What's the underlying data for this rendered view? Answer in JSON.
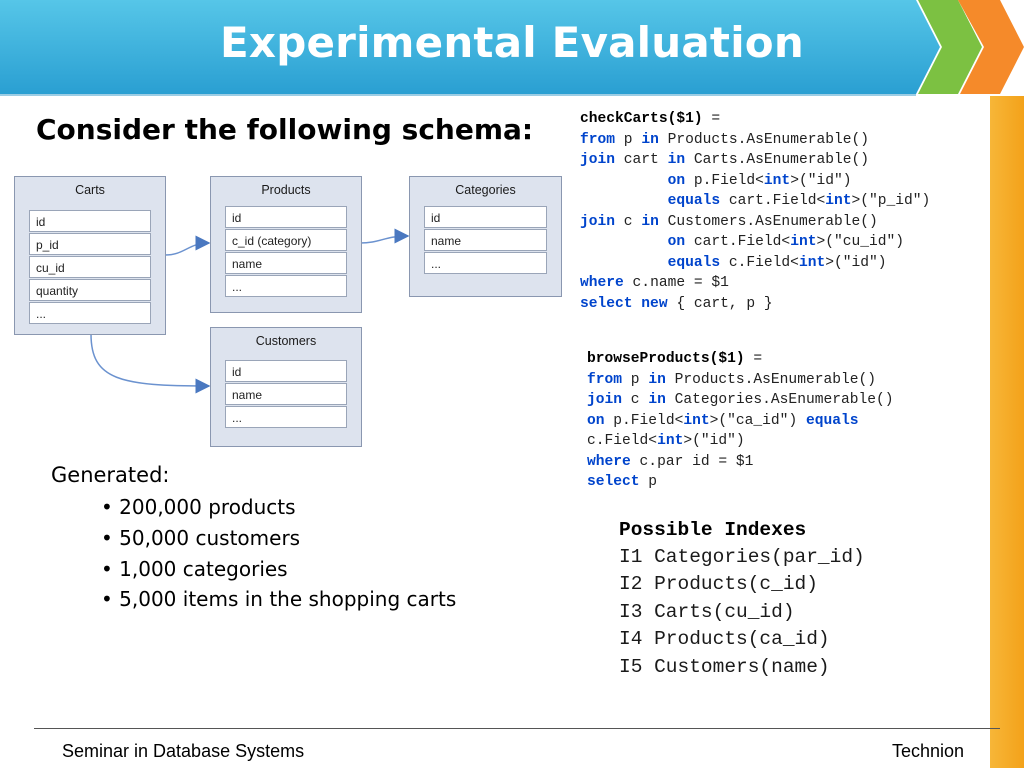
{
  "title": "Experimental Evaluation",
  "subtitle": "Consider the following schema:",
  "colors": {
    "banner_start": "#3fb8de",
    "banner_end": "#2a98cc",
    "chevron_green": "#7cc142",
    "chevron_orange": "#f58a2a",
    "right_bar": "#f5ac29",
    "keyword": "#0044cc"
  },
  "schema": {
    "carts": {
      "name": "Carts",
      "fields": [
        "id",
        "p_id",
        "cu_id",
        "quantity",
        "..."
      ]
    },
    "products": {
      "name": "Products",
      "fields": [
        "id",
        "c_id (category)",
        "name",
        "..."
      ]
    },
    "categories": {
      "name": "Categories",
      "fields": [
        "id",
        "name",
        "..."
      ]
    },
    "customers": {
      "name": "Customers",
      "fields": [
        "id",
        "name",
        "..."
      ]
    }
  },
  "generated": {
    "label": "Generated:",
    "items": [
      "• 200,000 products",
      "• 50,000 customers",
      "• 1,000 categories",
      "• 5,000 items in the shopping carts"
    ]
  },
  "check_carts": {
    "header": "checkCarts($1)",
    "eq": " =",
    "l1": {
      "kw": "from",
      "rest": " p ",
      "kw2": "in",
      "rest2": " Products.AsEnumerable()"
    },
    "l2": {
      "kw": "join",
      "rest": " cart ",
      "kw2": "in",
      "rest2": " Carts.AsEnumerable()"
    },
    "l3": {
      "indent": "          ",
      "kw": "on",
      "rest": " p.Field<",
      "kw2": "int",
      "rest2": ">(\"id\")"
    },
    "l4": {
      "indent": "          ",
      "kw": "equals",
      "rest": " cart.Field<",
      "kw2": "int",
      "rest2": ">(\"p_id\")"
    },
    "l5": {
      "kw": "join",
      "rest": " c ",
      "kw2": "in",
      "rest2": " Customers.AsEnumerable()"
    },
    "l6": {
      "indent": "          ",
      "kw": "on",
      "rest": " cart.Field<",
      "kw2": "int",
      "rest2": ">(\"cu_id\")"
    },
    "l7": {
      "indent": "          ",
      "kw": "equals",
      "rest": " c.Field<",
      "kw2": "int",
      "rest2": ">(\"id\")"
    },
    "l8": {
      "kw": "where",
      "rest": " c.name = $1"
    },
    "l9": {
      "kw": "select",
      "kw2": " new",
      "rest": " { cart, p }"
    }
  },
  "browse_products": {
    "header": "browseProducts($1)",
    "eq": " =",
    "l1": {
      "kw": "from",
      "rest": " p ",
      "kw2": "in",
      "rest2": " Products.AsEnumerable()"
    },
    "l2": {
      "kw": "join",
      "rest": " c ",
      "kw2": "in",
      "rest2": " Categories.AsEnumerable()"
    },
    "l3": {
      "kw": "on",
      "rest": " p.Field<",
      "kw2": "int",
      "rest2": ">(\"ca_id\") ",
      "kw3": "equals"
    },
    "l4": {
      "rest": "c.Field<",
      "kw2": "int",
      "rest2": ">(\"id\")"
    },
    "l5": {
      "kw": "where",
      "rest": " c.par id = $1"
    },
    "l6": {
      "kw": "select",
      "rest": " p"
    }
  },
  "indexes": {
    "title": "Possible Indexes",
    "items": [
      "I1 Categories(par_id)",
      "I2 Products(c_id)",
      "I3 Carts(cu_id)",
      "I4 Products(ca_id)",
      "I5 Customers(name)"
    ]
  },
  "footer": {
    "left": "Seminar in Database Systems",
    "right": "Technion"
  }
}
